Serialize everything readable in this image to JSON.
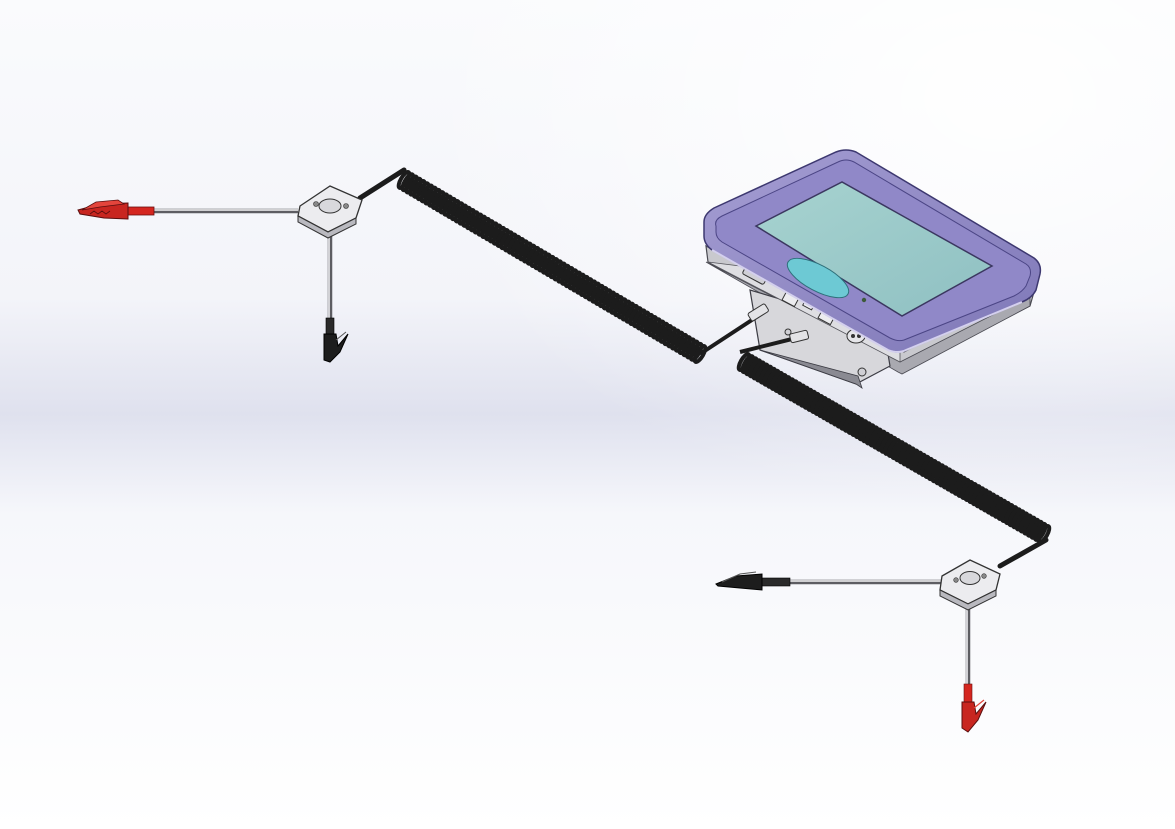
{
  "scene": {
    "kind": "cad-render",
    "objects": [
      "display-unit",
      "coiled-cable-left",
      "coiled-cable-right",
      "splitter-left",
      "splitter-right",
      "alligator-clip-red-left",
      "alligator-clip-black-left",
      "alligator-clip-black-right",
      "alligator-clip-red-right"
    ]
  },
  "colors": {
    "background_light": "#f6f7fb",
    "background_band": "#dfe1ee",
    "device_frame": "#8f86c4",
    "device_frame_dark": "#5e5896",
    "screen": "#9ccac9",
    "screen_oval": "#67c8d4",
    "cable": "#1c1c1c",
    "clip_red": "#cf2a22",
    "clip_black": "#1d1d1d",
    "metal": "#d5d5d5"
  }
}
